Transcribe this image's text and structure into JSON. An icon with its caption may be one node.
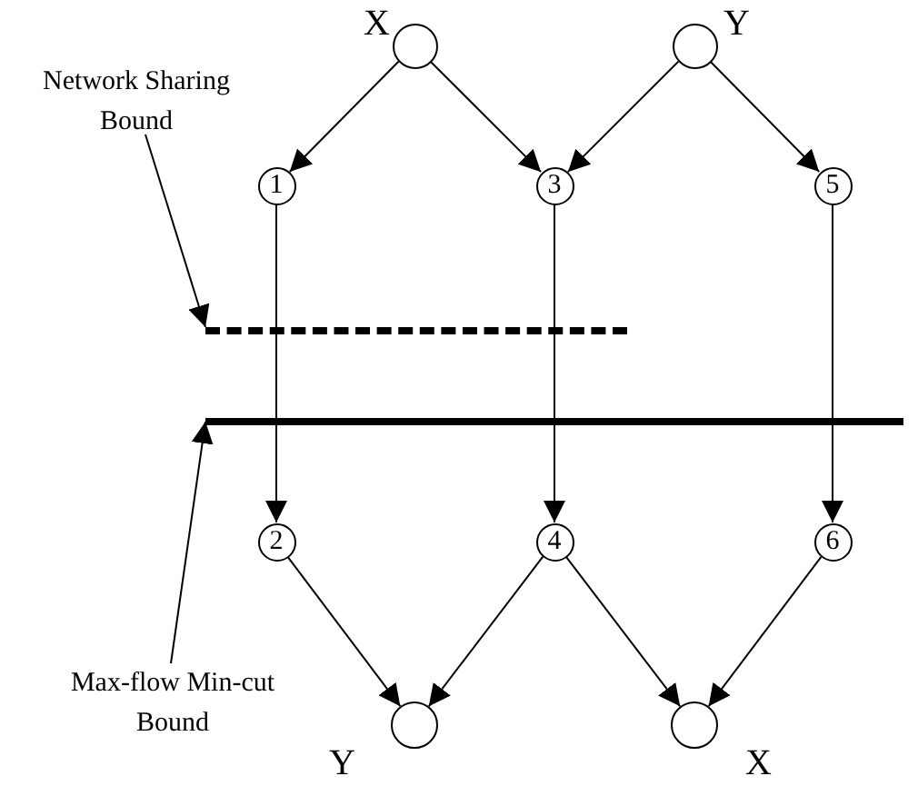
{
  "diagram": {
    "nodes": [
      {
        "text": [],
        "shape": "circle",
        "beside": [
          "X"
        ]
      },
      {
        "text": [],
        "shape": "circle",
        "beside": [
          "Y"
        ]
      },
      {
        "text": [
          "1"
        ]
      },
      {
        "text": [
          "3"
        ]
      },
      {
        "text": [
          "5"
        ]
      },
      {
        "text": [
          "2"
        ]
      },
      {
        "text": [
          "4"
        ]
      },
      {
        "text": [
          "6"
        ]
      },
      {
        "text": [],
        "shape": "circle",
        "beside": [
          "Y"
        ]
      },
      {
        "text": [],
        "shape": "circle",
        "beside": [
          "X"
        ]
      },
      {
        "text": [
          "Network Sharing Bound"
        ]
      },
      {
        "text": [],
        "shape": "bar"
      },
      {
        "text": [
          "Max-flow Min-cut Bound"
        ]
      },
      {
        "text": [],
        "shape": "bar"
      }
    ],
    "edges": [
      {
        "from": 0,
        "to": 2,
        "arrow": "to"
      },
      {
        "from": 0,
        "to": 3,
        "arrow": "to"
      },
      {
        "from": 1,
        "to": 3,
        "arrow": "to"
      },
      {
        "from": 1,
        "to": 4,
        "arrow": "to"
      },
      {
        "from": 2,
        "to": 5,
        "arrow": "to"
      },
      {
        "from": 3,
        "to": 6,
        "arrow": "to"
      },
      {
        "from": 4,
        "to": 7,
        "arrow": "to"
      },
      {
        "from": 5,
        "to": 8,
        "arrow": "to"
      },
      {
        "from": 6,
        "to": 8,
        "arrow": "to"
      },
      {
        "from": 6,
        "to": 9,
        "arrow": "to"
      },
      {
        "from": 7,
        "to": 9,
        "arrow": "to"
      },
      {
        "from": 10,
        "to": 11,
        "arrow": "to"
      },
      {
        "from": 12,
        "to": 13,
        "arrow": "to"
      }
    ]
  }
}
